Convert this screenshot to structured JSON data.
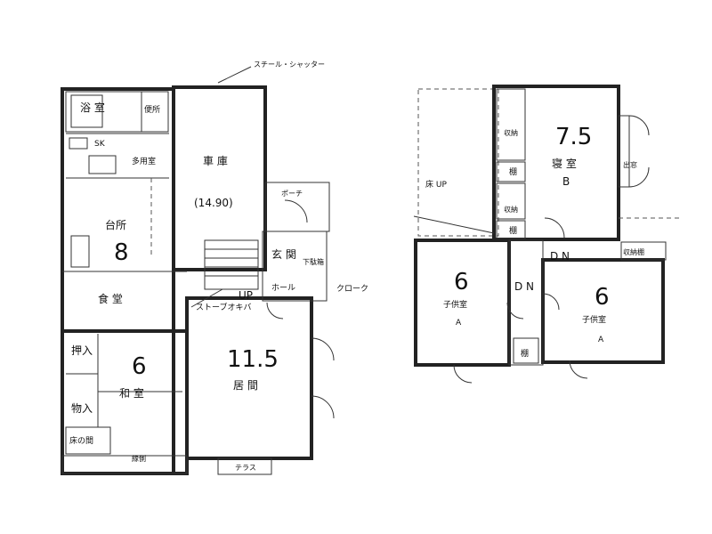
{
  "labels": {
    "shutter": "スチール・シャッター",
    "bath": "浴 室",
    "toilet": "便所",
    "sk": "SK",
    "utility": "多用室",
    "garage": "車 庫",
    "garage_area": "(14.90)",
    "kitchen": "台所",
    "kitchen_size": "8",
    "dining": "食 堂",
    "porch": "ポーチ",
    "entrance": "玄 関",
    "shoe": "下駄箱",
    "hall": "ホール",
    "cloak": "クローク",
    "up1": "UP",
    "stove": "ストーブオキバ",
    "living_size": "11.5",
    "living": "居 間",
    "japanese_size": "6",
    "japanese": "和 室",
    "oshiire": "押入",
    "monoire": "物入",
    "tokonoma": "床の間",
    "engawa": "縁側",
    "terrace": "テラス",
    "bed_size": "7.5",
    "bedroom": "寝 室",
    "bedroom_sub": "B",
    "storage": "収納",
    "shelf": "棚",
    "roof_up": "床 UP",
    "child_a_size": "6",
    "child_a": "子供室",
    "child_a_sub": "A",
    "child_b_size": "6",
    "child_b": "子供室",
    "child_b_sub": "A",
    "dn": "D N",
    "window": "出窓",
    "storage2": "収納棚"
  }
}
